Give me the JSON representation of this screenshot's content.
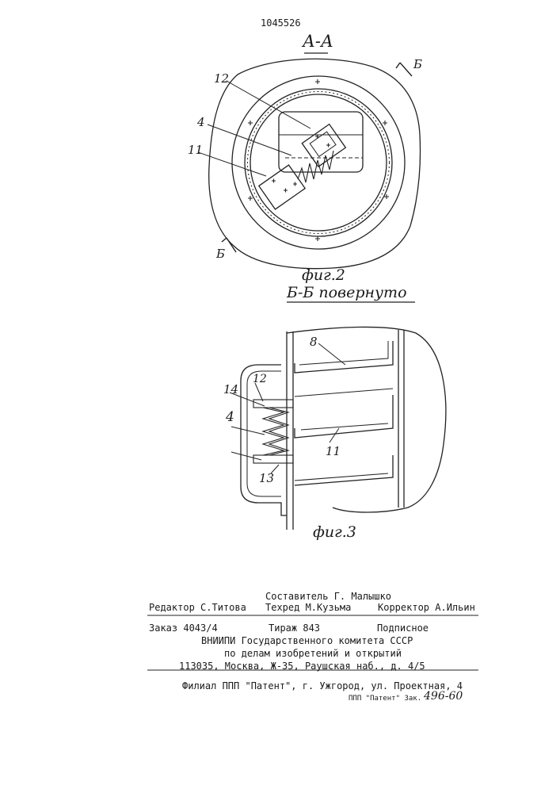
{
  "patent_number": "1045526",
  "fig2": {
    "section_label": "А-А",
    "cut_mark_top": "Б",
    "cut_mark_bottom": "Б",
    "caption": "фиг.2",
    "labels": {
      "l12": "12",
      "l4": "4",
      "l11": "11"
    }
  },
  "fig3": {
    "section_label": "Б-Б повернуто",
    "caption": "фиг.3",
    "labels": {
      "l8": "8",
      "l12": "12",
      "l14": "14",
      "l4": "4",
      "l11": "11",
      "l13": "13"
    }
  },
  "imprint": {
    "compiler": "Составитель Г. Малышко",
    "editor": "Редактор С.Титова",
    "techred": "Техред М.Кузьма",
    "corrector": "Корректор А.Ильин",
    "order": "Заказ 4043/4",
    "circulation": "Тираж 843",
    "subscription": "Подписное",
    "org_line1": "ВНИИПИ Государственного комитета СССР",
    "org_line2": "по делам изобретений и открытий",
    "address": "113035, Москва, Ж-35, Раушская наб., д. 4/5",
    "branch": "Филиал ППП \"Патент\", г. Ужгород, ул. Проектная, 4",
    "stamp_print": "ППП \"Патент\" Зак.",
    "stamp_hand": "496-60"
  }
}
